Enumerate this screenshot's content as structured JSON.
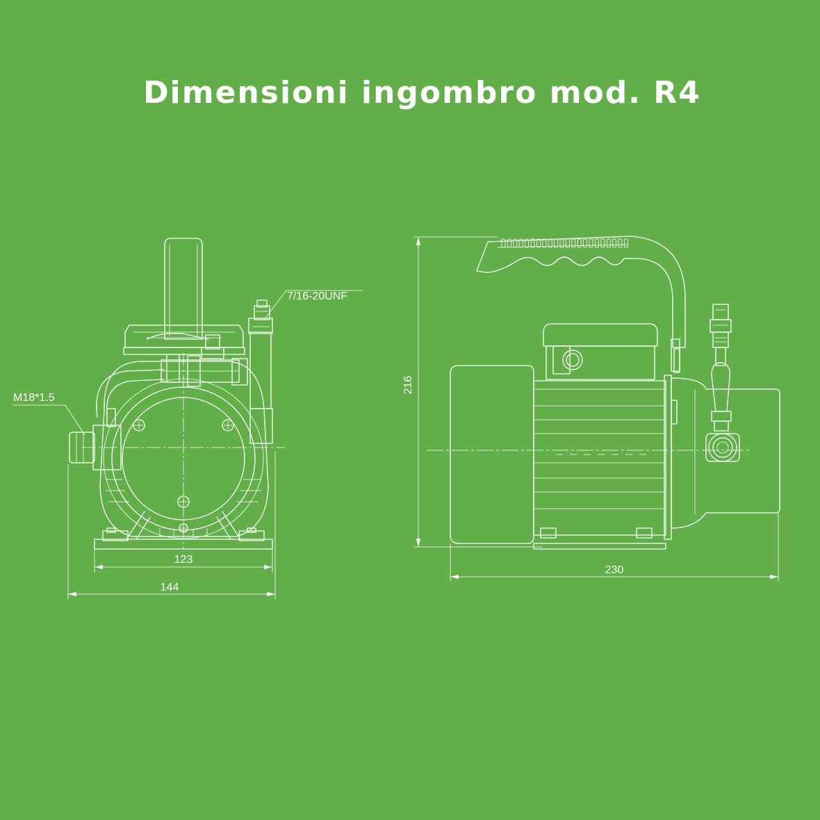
{
  "title": "Dimensioni ingombro mod. R4",
  "colors": {
    "background": "#62ae48",
    "line": "#ffffff"
  },
  "front_view": {
    "thread_label_top": "7/16-20UNF",
    "thread_label_left": "M18*1.5",
    "dim_inner": "123",
    "dim_outer": "144"
  },
  "side_view": {
    "dim_height": "216",
    "dim_length": "230"
  }
}
